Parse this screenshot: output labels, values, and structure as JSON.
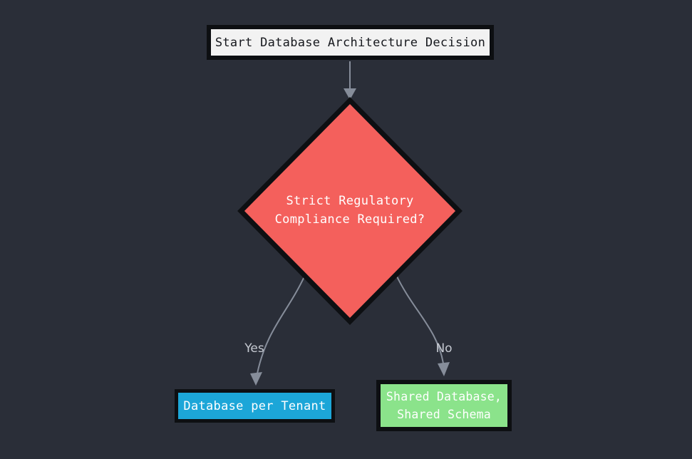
{
  "diagram": {
    "type": "flowchart-top-down",
    "background": "#2a2e38",
    "node_border_color": "#0d0f12"
  },
  "nodes": {
    "start": {
      "label": "Start Database Architecture Decision",
      "fill": "#f2f2f2",
      "text_color": "#16181d"
    },
    "decision": {
      "line1": "Strict Regulatory",
      "line2": "Compliance Required?",
      "fill": "#f4605c",
      "text_color": "#ffffff"
    },
    "yes_result": {
      "label": "Database per Tenant",
      "fill": "#1ca6d8",
      "text_color": "#ffffff"
    },
    "no_result": {
      "line1": "Shared Database,",
      "line2": "Shared Schema",
      "fill": "#8be38b",
      "text_color": "#ffffff"
    }
  },
  "edges": {
    "color": "#868d9a",
    "label_color": "#c6cad2",
    "yes_label": "Yes",
    "no_label": "No"
  }
}
